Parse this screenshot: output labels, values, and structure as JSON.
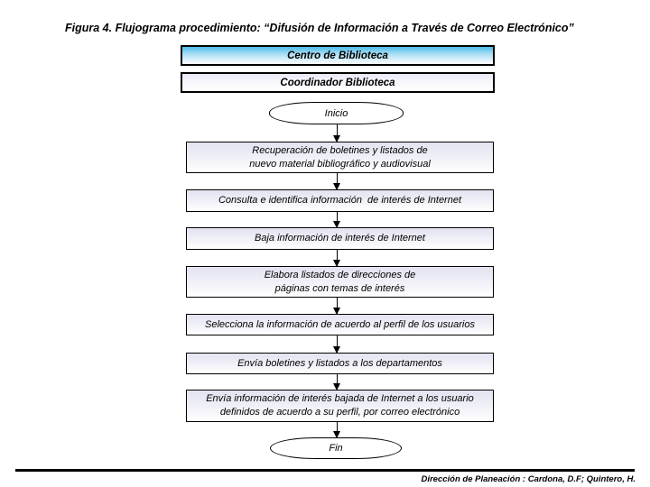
{
  "title": "Figura 4. Flujograma procedimiento: “Difusión de Información a Través de Correo Electrónico”",
  "header_lanes": [
    {
      "label": "Centro de Biblioteca"
    },
    {
      "label": "Coordinador Biblioteca"
    }
  ],
  "flow": {
    "start": "Inicio",
    "end": "Fin",
    "steps": [
      {
        "lines": [
          "Recuperación de boletines y listados de",
          "nuevo material bibliográfico y audiovisual"
        ]
      },
      {
        "lines": [
          "Consulta e identifica información  de interés de Internet"
        ]
      },
      {
        "lines": [
          "Baja información de interés de Internet"
        ]
      },
      {
        "lines": [
          "Elabora listados de direcciones de",
          "páginas con temas de interés"
        ]
      },
      {
        "lines": [
          "Selecciona la información de acuerdo al perfil de los usuarios"
        ]
      },
      {
        "lines": [
          "Envía boletines y listados a los departamentos"
        ]
      },
      {
        "lines": [
          "Envía información de interés bajada de Internet a los usuario",
          "definidos de acuerdo a su perfil, por correo electrónico"
        ]
      }
    ]
  },
  "footer": {
    "credit": "Dirección de Planeación : Cardona, D.F; Quintero, H."
  },
  "colors": {
    "lane_gradient_top": "#49bce7",
    "box_gradient_top": "#e3e3f1",
    "border": "#000000"
  }
}
